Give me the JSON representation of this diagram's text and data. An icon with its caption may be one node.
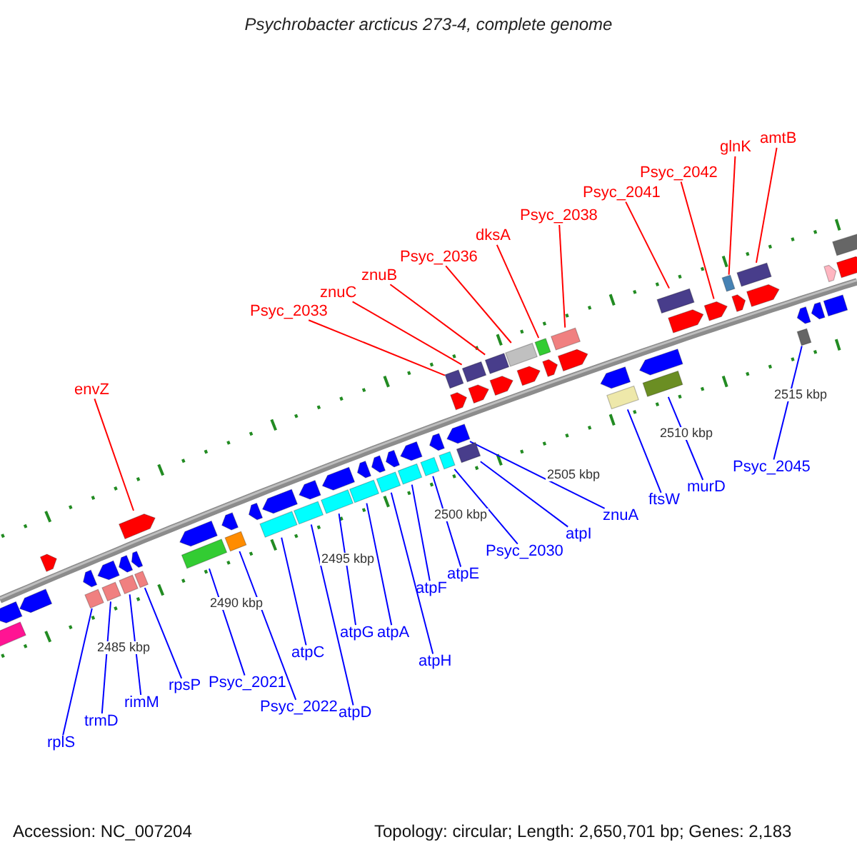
{
  "diagram": {
    "title": "Psychrobacter arcticus 273-4, complete genome",
    "nodes": [
      {
        "text": [
          "Psyc_2033"
        ]
      },
      {
        "text": [
          "znuC"
        ]
      },
      {
        "text": [
          "znuB"
        ]
      },
      {
        "text": [
          "Psyc_2036"
        ]
      },
      {
        "text": [
          "dksA"
        ]
      },
      {
        "text": [
          "Psyc_2038"
        ]
      },
      {
        "text": [
          "Psyc_2041"
        ]
      },
      {
        "text": [
          "Psyc_2042"
        ]
      },
      {
        "text": [
          "glnK"
        ]
      },
      {
        "text": [
          "amtB"
        ]
      },
      {
        "text": [
          "envZ"
        ]
      },
      {
        "text": [
          "rplS"
        ]
      },
      {
        "text": [
          "trmD"
        ]
      },
      {
        "text": [
          "rimM"
        ]
      },
      {
        "text": [
          "rpsP"
        ]
      },
      {
        "text": [
          "Psyc_2021"
        ]
      },
      {
        "text": [
          "Psyc_2022"
        ]
      },
      {
        "text": [
          "atpC"
        ]
      },
      {
        "text": [
          "atpD"
        ]
      },
      {
        "text": [
          "atpG"
        ]
      },
      {
        "text": [
          "atpA"
        ]
      },
      {
        "text": [
          "atpH"
        ]
      },
      {
        "text": [
          "atpF"
        ]
      },
      {
        "text": [
          "atpE"
        ]
      },
      {
        "text": [
          "Psyc_2030"
        ]
      },
      {
        "text": [
          "atpI"
        ]
      },
      {
        "text": [
          "znuA"
        ]
      },
      {
        "text": [
          "ftsW"
        ]
      },
      {
        "text": [
          "murD"
        ]
      },
      {
        "text": [
          "Psyc_2045"
        ]
      },
      {
        "text": [],
        "shape": "box"
      },
      {
        "text": [],
        "shape": "box"
      },
      {
        "text": [],
        "shape": "box"
      },
      {
        "text": [],
        "shape": "pentagon"
      },
      {
        "text": [],
        "shape": "box"
      },
      {
        "text": [],
        "shape": "box"
      },
      {
        "text": [],
        "shape": "box"
      },
      {
        "text": [],
        "shape": "box"
      },
      {
        "text": [],
        "shape": "box"
      },
      {
        "text": [],
        "shape": "box"
      },
      {
        "text": [],
        "shape": "box"
      },
      {
        "text": [],
        "shape": "box"
      },
      {
        "text": [],
        "shape": "box"
      },
      {
        "text": [],
        "shape": "box"
      },
      {
        "text": [],
        "shape": "box"
      },
      {
        "text": [],
        "shape": "box"
      },
      {
        "text": [],
        "shape": "pentagon"
      },
      {
        "text": [],
        "shape": "box"
      },
      {
        "text": [],
        "shape": "box"
      },
      {
        "text": [],
        "shape": "box"
      },
      {
        "text": [],
        "shape": "box"
      },
      {
        "text": [],
        "shape": "box"
      },
      {
        "text": [],
        "shape": "box"
      },
      {
        "text": [],
        "shape": "box"
      },
      {
        "text": [],
        "shape": "box"
      },
      {
        "text": [],
        "shape": "box"
      },
      {
        "text": [],
        "shape": "pentagon"
      },
      {
        "text": [],
        "shape": "box"
      },
      {
        "text": [],
        "shape": "box"
      },
      {
        "text": [],
        "shape": "box"
      },
      {
        "text": [],
        "shape": "pentagon"
      },
      {
        "text": [],
        "shape": "pentagon"
      },
      {
        "text": [],
        "shape": "pentagon"
      },
      {
        "text": [],
        "shape": "pentagon"
      },
      {
        "text": [],
        "shape": "pentagon"
      },
      {
        "text": [],
        "shape": "pentagon"
      },
      {
        "text": [],
        "shape": "pentagon"
      },
      {
        "text": [],
        "shape": "pentagon"
      },
      {
        "text": [],
        "shape": "pentagon"
      },
      {
        "text": [],
        "shape": "pentagon"
      },
      {
        "text": [],
        "shape": "pentagon"
      },
      {
        "text": [],
        "shape": "pentagon"
      },
      {
        "text": [],
        "shape": "box"
      },
      {
        "text": [],
        "shape": "pentagon"
      },
      {
        "text": [],
        "shape": "pentagon"
      },
      {
        "text": [],
        "shape": "pentagon"
      },
      {
        "text": [],
        "shape": "pentagon"
      },
      {
        "text": [],
        "shape": "pentagon"
      },
      {
        "text": [],
        "shape": "pentagon"
      },
      {
        "text": [],
        "shape": "pentagon"
      },
      {
        "text": [],
        "shape": "pentagon"
      },
      {
        "text": [],
        "shape": "pentagon"
      },
      {
        "text": [],
        "shape": "pentagon"
      },
      {
        "text": [],
        "shape": "pentagon"
      },
      {
        "text": [],
        "shape": "pentagon"
      },
      {
        "text": [],
        "shape": "pentagon"
      },
      {
        "text": [],
        "shape": "pentagon"
      },
      {
        "text": [],
        "shape": "pentagon"
      },
      {
        "text": [],
        "shape": "pentagon"
      },
      {
        "text": [],
        "shape": "pentagon"
      },
      {
        "text": [],
        "shape": "pentagon"
      },
      {
        "text": [],
        "shape": "pentagon"
      },
      {
        "text": [],
        "shape": "pentagon"
      },
      {
        "text": [],
        "shape": "pentagon"
      },
      {
        "text": [],
        "shape": "box"
      },
      {
        "text": [],
        "shape": "box"
      }
    ],
    "edges": [
      {
        "from": 0,
        "to": 45,
        "arrow": "none",
        "color": "#ff0000"
      },
      {
        "from": 1,
        "to": 48,
        "arrow": "none",
        "color": "#ff0000"
      },
      {
        "from": 2,
        "to": 49,
        "arrow": "none",
        "color": "#ff0000"
      },
      {
        "from": 3,
        "to": 50,
        "arrow": "none",
        "color": "#ff0000"
      },
      {
        "from": 4,
        "to": 51,
        "arrow": "none",
        "color": "#ff0000"
      },
      {
        "from": 5,
        "to": 52,
        "arrow": "none",
        "color": "#ff0000"
      },
      {
        "from": 6,
        "to": 55,
        "arrow": "none",
        "color": "#ff0000"
      },
      {
        "from": 7,
        "to": 56,
        "arrow": "none",
        "color": "#ff0000"
      },
      {
        "from": 8,
        "to": 57,
        "arrow": "none",
        "color": "#ff0000"
      },
      {
        "from": 9,
        "to": 58,
        "arrow": "none",
        "color": "#ff0000"
      },
      {
        "from": 10,
        "to": 33,
        "arrow": "none",
        "color": "#ff0000"
      },
      {
        "from": 11,
        "to": 30,
        "arrow": "none"
      },
      {
        "from": 12,
        "to": 31,
        "arrow": "none"
      },
      {
        "from": 13,
        "to": 32,
        "arrow": "none"
      },
      {
        "from": 14,
        "to": 34,
        "arrow": "none"
      },
      {
        "from": 15,
        "to": 35,
        "arrow": "none"
      },
      {
        "from": 16,
        "to": 36,
        "arrow": "none"
      },
      {
        "from": 17,
        "to": 37,
        "arrow": "none"
      },
      {
        "from": 18,
        "to": 38,
        "arrow": "none"
      },
      {
        "from": 19,
        "to": 39,
        "arrow": "none"
      },
      {
        "from": 20,
        "to": 40,
        "arrow": "none"
      },
      {
        "from": 21,
        "to": 41,
        "arrow": "none"
      },
      {
        "from": 22,
        "to": 42,
        "arrow": "none"
      },
      {
        "from": 23,
        "to": 43,
        "arrow": "none"
      },
      {
        "from": 24,
        "to": 44,
        "arrow": "none"
      },
      {
        "from": 25,
        "to": 47,
        "arrow": "none"
      },
      {
        "from": 26,
        "to": 46,
        "arrow": "none"
      },
      {
        "from": 27,
        "to": 53,
        "arrow": "none"
      },
      {
        "from": 28,
        "to": 54,
        "arrow": "none"
      },
      {
        "from": 29,
        "to": 59,
        "arrow": "none"
      }
    ],
    "labels": [
      "2515 kbp",
      "2510 kbp",
      "2505 kbp",
      "2500 kbp",
      "2495 kbp",
      "2490 kbp",
      "2485 kbp",
      "Accession: NC_007204",
      "Topology: circular; Length: 2,650,701 bp; Genes: 2,183"
    ]
  }
}
